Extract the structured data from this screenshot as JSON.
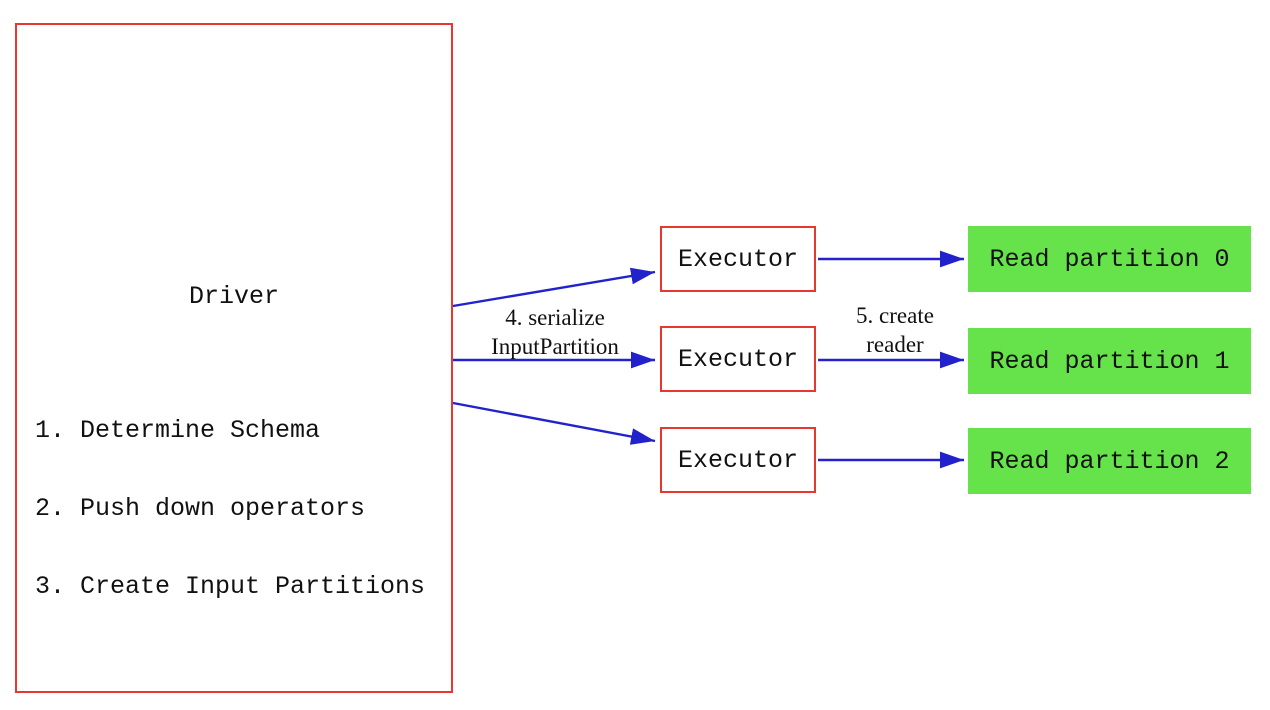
{
  "colors": {
    "box_border": "#e8372f",
    "arrow": "#2222cc",
    "partition_fill": "#66e24a",
    "text": "#111111",
    "background": "#ffffff"
  },
  "driver": {
    "title": "Driver",
    "steps": [
      "1. Determine Schema",
      "2. Push down operators",
      "3. Create Input Partitions"
    ]
  },
  "executors": [
    {
      "label": "Executor"
    },
    {
      "label": "Executor"
    },
    {
      "label": "Executor"
    }
  ],
  "read_partitions": [
    {
      "label": "Read partition 0"
    },
    {
      "label": "Read partition 1"
    },
    {
      "label": "Read partition 2"
    }
  ],
  "edge_labels": {
    "serialize": {
      "line1": "4. serialize",
      "line2": "InputPartition"
    },
    "create_reader": {
      "line1": "5. create",
      "line2": "reader"
    }
  }
}
